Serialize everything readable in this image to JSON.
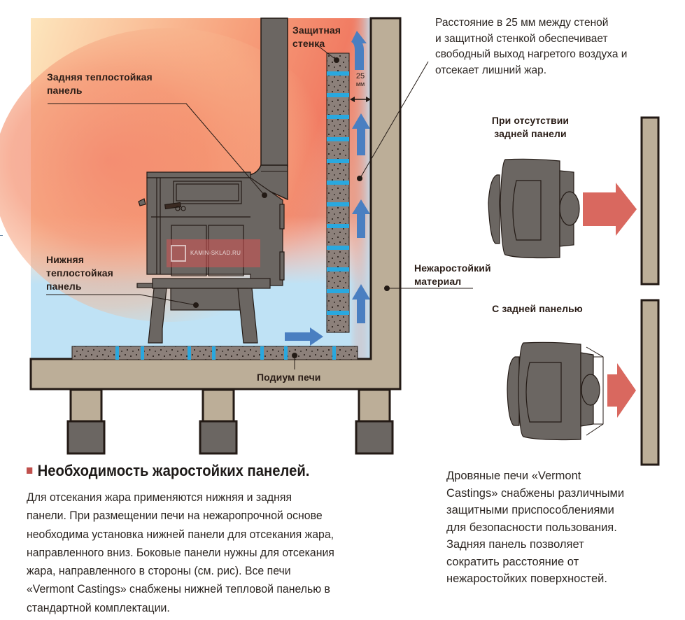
{
  "diagram": {
    "labels": {
      "rear_panel": "Задняя теплостойкая\nпанель",
      "protective_wall": "Защитная\nстенка",
      "gap_value": "25",
      "gap_unit": "мм",
      "lower_panel": "Нижняя\nтеплостойкая\nпанель",
      "non_fireproof": "Нежаростойкий\nматериал",
      "podium": "Подиум печи"
    },
    "callout_note": "Расстояние в 25 мм между стеной\nи защитной стенкой обеспечивает\nсвободный выход нагретого воздуха и\nотсекает лишний жар.",
    "comparison": {
      "without_panel_title": "При отсутствии\nзадней панели",
      "with_panel_title": "С задней панелью"
    },
    "watermark": "KAMIN-SKLAD.RU",
    "colors": {
      "heat_red": "#f0836a",
      "heat_yellow": "#fde3b8",
      "cool_blue": "#bfe2f5",
      "wall_beige": "#bcae98",
      "stove_gray": "#6b6662",
      "brick_gray": "#8c807a",
      "mortar_blue": "#29a8df",
      "arrow_blue": "#4a7fc1",
      "heat_arrow": "#d9685f",
      "outline": "#231a15"
    }
  },
  "section": {
    "heading": "Необходимость жаростойких панелей.",
    "body": "Для отсекания жара применяются нижняя и задняя\nпанели. При размещении печи на нежаропрочной основе\nнеобходима установка нижней панели для отсекания жара,\nнаправленного вниз. Боковые панели нужны для отсекания\nжара, направленного в стороны (см. рис). Все печи\n«Vermont Castings» снабжены нижней тепловой панелью в\nстандартной комплектации.",
    "side_note": "Дровяные печи «Vermont\nCastings» снабжены различными\nзащитными приспособлениями\nдля безопасности пользования.\nЗадняя панель позволяет\nсократить расстояние от\nнежаростойких поверхностей."
  }
}
